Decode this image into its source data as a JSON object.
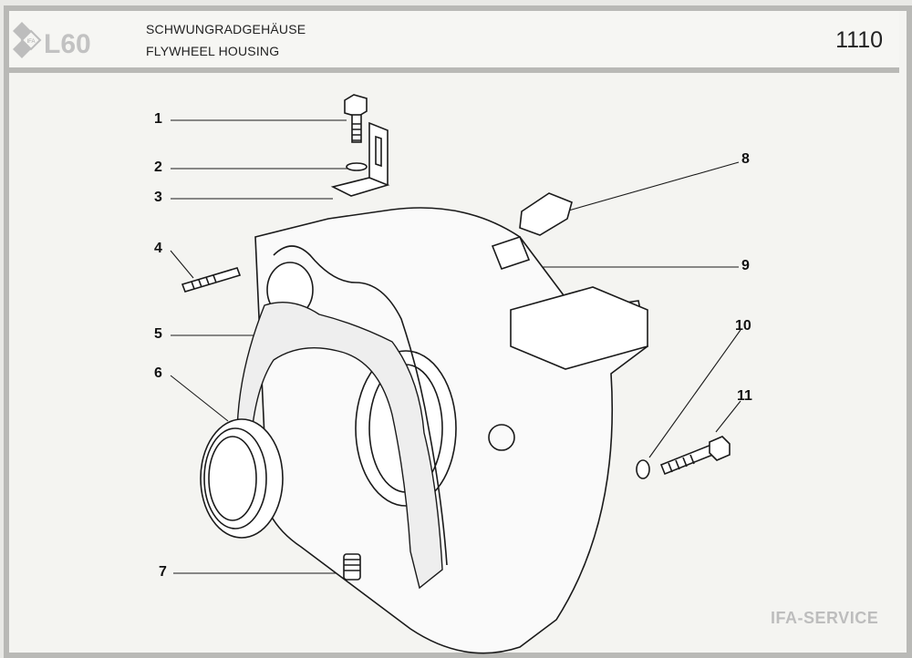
{
  "header": {
    "logo_text": "L60",
    "logo_badge": "IFA",
    "title_de": "SCHWUNGRADGEHÄUSE",
    "title_en": "FLYWHEEL HOUSING",
    "page_number": "1110"
  },
  "callouts": [
    {
      "label": "1"
    },
    {
      "label": "2"
    },
    {
      "label": "3"
    },
    {
      "label": "4"
    },
    {
      "label": "5"
    },
    {
      "label": "6"
    },
    {
      "label": "7"
    },
    {
      "label": "8"
    },
    {
      "label": "9"
    },
    {
      "label": "10"
    },
    {
      "label": "11"
    }
  ],
  "footer": {
    "brand": "IFA-SERVICE"
  },
  "colors": {
    "line": "#1a1a1a",
    "frame": "#b9b9b6",
    "paper": "#f4f4f1"
  }
}
